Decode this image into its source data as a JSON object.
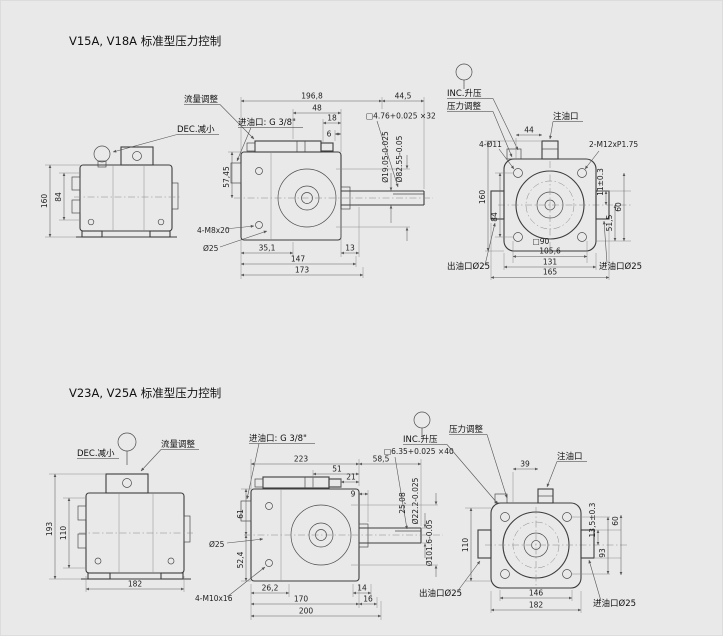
{
  "page": {
    "background": "#e9e9e9",
    "line": "#3d3d3d",
    "dim": "#5f5f5f"
  },
  "top": {
    "title": "V15A, V18A 标准型压力控制",
    "side": {
      "flow_adjust": "流量调整",
      "dec": "DEC.减小",
      "h_inner": "84",
      "h_outer": "160"
    },
    "front": {
      "inlet": "进油口: G 3/8\"",
      "len_total": "196,8",
      "len_shaft": "44,5",
      "len_48": "48",
      "len_18": "18",
      "len_6": "6",
      "key_spec": "□4.76+0.025 ×32",
      "h_5745": "57,45",
      "shaft_dia": "Ø19.05-0.025",
      "pilot_dia": "Ø82.55-0.05",
      "mount_bolt": "4-M8x20",
      "hub_dia": "Ø25",
      "len_351": "35,1",
      "len_147": "147",
      "len_13": "13",
      "len_173": "173"
    },
    "rear": {
      "inc": "INC.升压",
      "pressure_adjust": "压力调整",
      "fill_port": "注油口",
      "len_44": "44",
      "corner_holes": "4-Ø11",
      "thread": "2-M12xP1.75",
      "h_160": "160",
      "h_84": "84",
      "d_11": "11±0.3",
      "d_515": "51,5",
      "d_60": "60",
      "square_90": "□90",
      "w_1056": "105,6",
      "w_131": "131",
      "w_165": "165",
      "outlet": "出油口Ø25",
      "inlet": "进油口Ø25"
    }
  },
  "bottom": {
    "title": "V23A, V25A 标准型压力控制",
    "side": {
      "dec": "DEC.减小",
      "flow_adjust": "流量调整",
      "h_inner": "110",
      "h_outer": "193",
      "w_base": "182"
    },
    "front": {
      "inlet": "进油口: G 3/8\"",
      "len_223": "223",
      "len_51": "51",
      "len_21": "21",
      "len_585": "58,5",
      "len_9": "9",
      "key_spec": "□6.35+0.025 ×40",
      "key_h": "25,08",
      "shaft_dia": "Ø22.2-0.025",
      "pilot_dia": "Ø101.6-0.05",
      "h_61": "61",
      "h_524": "52,4",
      "hub_dia": "Ø25",
      "mount_bolt": "4-M10x16",
      "len_262": "26,2",
      "len_14": "14",
      "len_170": "170",
      "len_16": "16",
      "len_200": "200"
    },
    "rear": {
      "inc": "INC.升压",
      "pressure_adjust": "压力调整",
      "fill_port": "注油口",
      "len_39": "39",
      "h_110": "110",
      "d_135": "13,5±0.3",
      "d_93": "93",
      "d_60": "60",
      "w_146": "146",
      "w_182": "182",
      "outlet": "出油口Ø25",
      "inlet": "进油口Ø25"
    }
  }
}
